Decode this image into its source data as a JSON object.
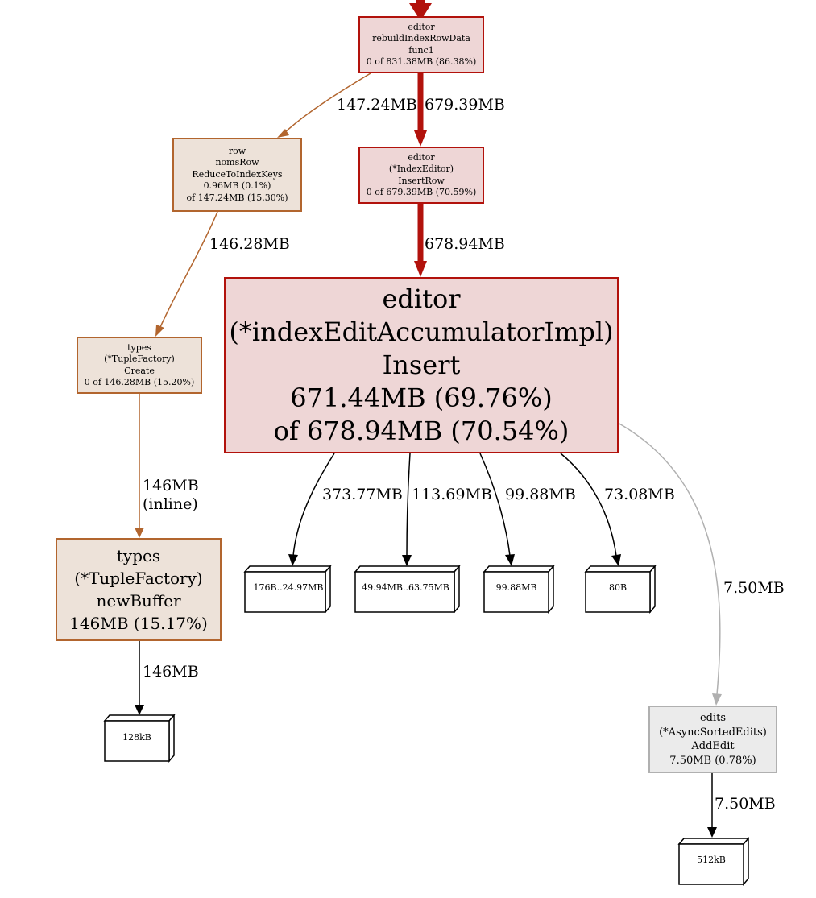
{
  "nodes": {
    "rebuild": {
      "lines": [
        "editor",
        "rebuildIndexRowData",
        "func1",
        "0 of 831.38MB (86.38%)"
      ]
    },
    "reduce": {
      "lines": [
        "row",
        "nomsRow",
        "ReduceToIndexKeys",
        "0.96MB (0.1%)",
        "of 147.24MB (15.30%)"
      ]
    },
    "insertrow": {
      "lines": [
        "editor",
        "(*IndexEditor)",
        "InsertRow",
        "0 of 679.39MB (70.59%)"
      ]
    },
    "insert": {
      "lines": [
        "editor",
        "(*indexEditAccumulatorImpl)",
        "Insert",
        "671.44MB (69.76%)",
        "of 678.94MB (70.54%)"
      ]
    },
    "create": {
      "lines": [
        "types",
        "(*TupleFactory)",
        "Create",
        "0 of 146.28MB (15.20%)"
      ]
    },
    "newbuffer": {
      "lines": [
        "types",
        "(*TupleFactory)",
        "newBuffer",
        "146MB (15.17%)"
      ]
    },
    "addedit": {
      "lines": [
        "edits",
        "(*AsyncSortedEdits)",
        "AddEdit",
        "7.50MB (0.78%)"
      ]
    }
  },
  "edges": {
    "rebuild_reduce": "147.24MB",
    "rebuild_insertrow": "679.39MB",
    "reduce_create": "146.28MB",
    "insertrow_insert": "678.94MB",
    "create_newbuffer": [
      "146MB",
      "(inline)"
    ],
    "newbuffer_box": "146MB",
    "insert_b1": "373.77MB",
    "insert_b2": "113.69MB",
    "insert_b3": "99.88MB",
    "insert_b4": "73.08MB",
    "insert_addedit": "7.50MB",
    "addedit_box": "7.50MB"
  },
  "boxes": {
    "b1": "176B..24.97MB",
    "b2": "49.94MB..63.75MB",
    "b3": "99.88MB",
    "b4": "80B",
    "b5": "128kB",
    "b6": "512kB"
  },
  "colors": {
    "red": "#b2120c",
    "orange": "#b2652e",
    "gray": "#b0b0b0",
    "black": "#000000"
  }
}
